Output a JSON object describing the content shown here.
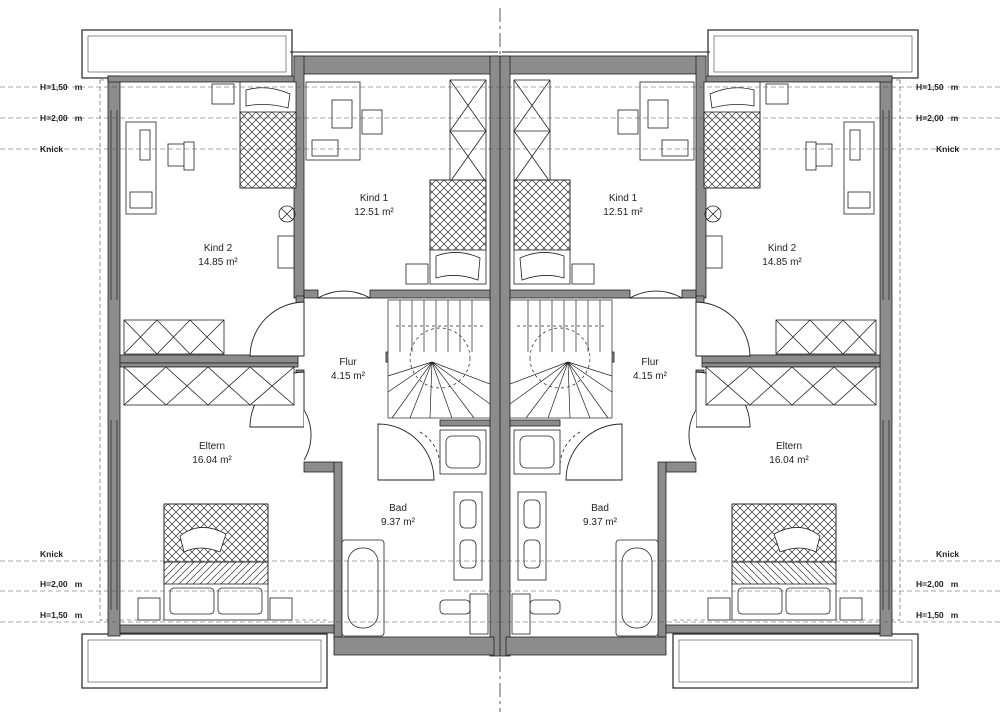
{
  "rooms": {
    "left": {
      "kind2": {
        "name": "Kind 2",
        "area": "14.85 m²"
      },
      "kind1": {
        "name": "Kind 1",
        "area": "12.51 m²"
      },
      "flur": {
        "name": "Flur",
        "area": "4.15 m²"
      },
      "eltern": {
        "name": "Eltern",
        "area": "16.04 m²"
      },
      "bad": {
        "name": "Bad",
        "area": "9.37 m²"
      }
    },
    "right": {
      "kind2": {
        "name": "Kind 2",
        "area": "14.85 m²"
      },
      "kind1": {
        "name": "Kind 1",
        "area": "12.51 m²"
      },
      "flur": {
        "name": "Flur",
        "area": "4.15 m²"
      },
      "eltern": {
        "name": "Eltern",
        "area": "16.04 m²"
      },
      "bad": {
        "name": "Bad",
        "area": "9.37 m²"
      }
    }
  },
  "height_markers": {
    "h150": "H=1,50",
    "h200": "H=2,00",
    "unit": "m",
    "knick": "Knick"
  },
  "colors": {
    "wall": "#8c8c8c",
    "line": "#1a1a1a",
    "background": "#ffffff"
  }
}
